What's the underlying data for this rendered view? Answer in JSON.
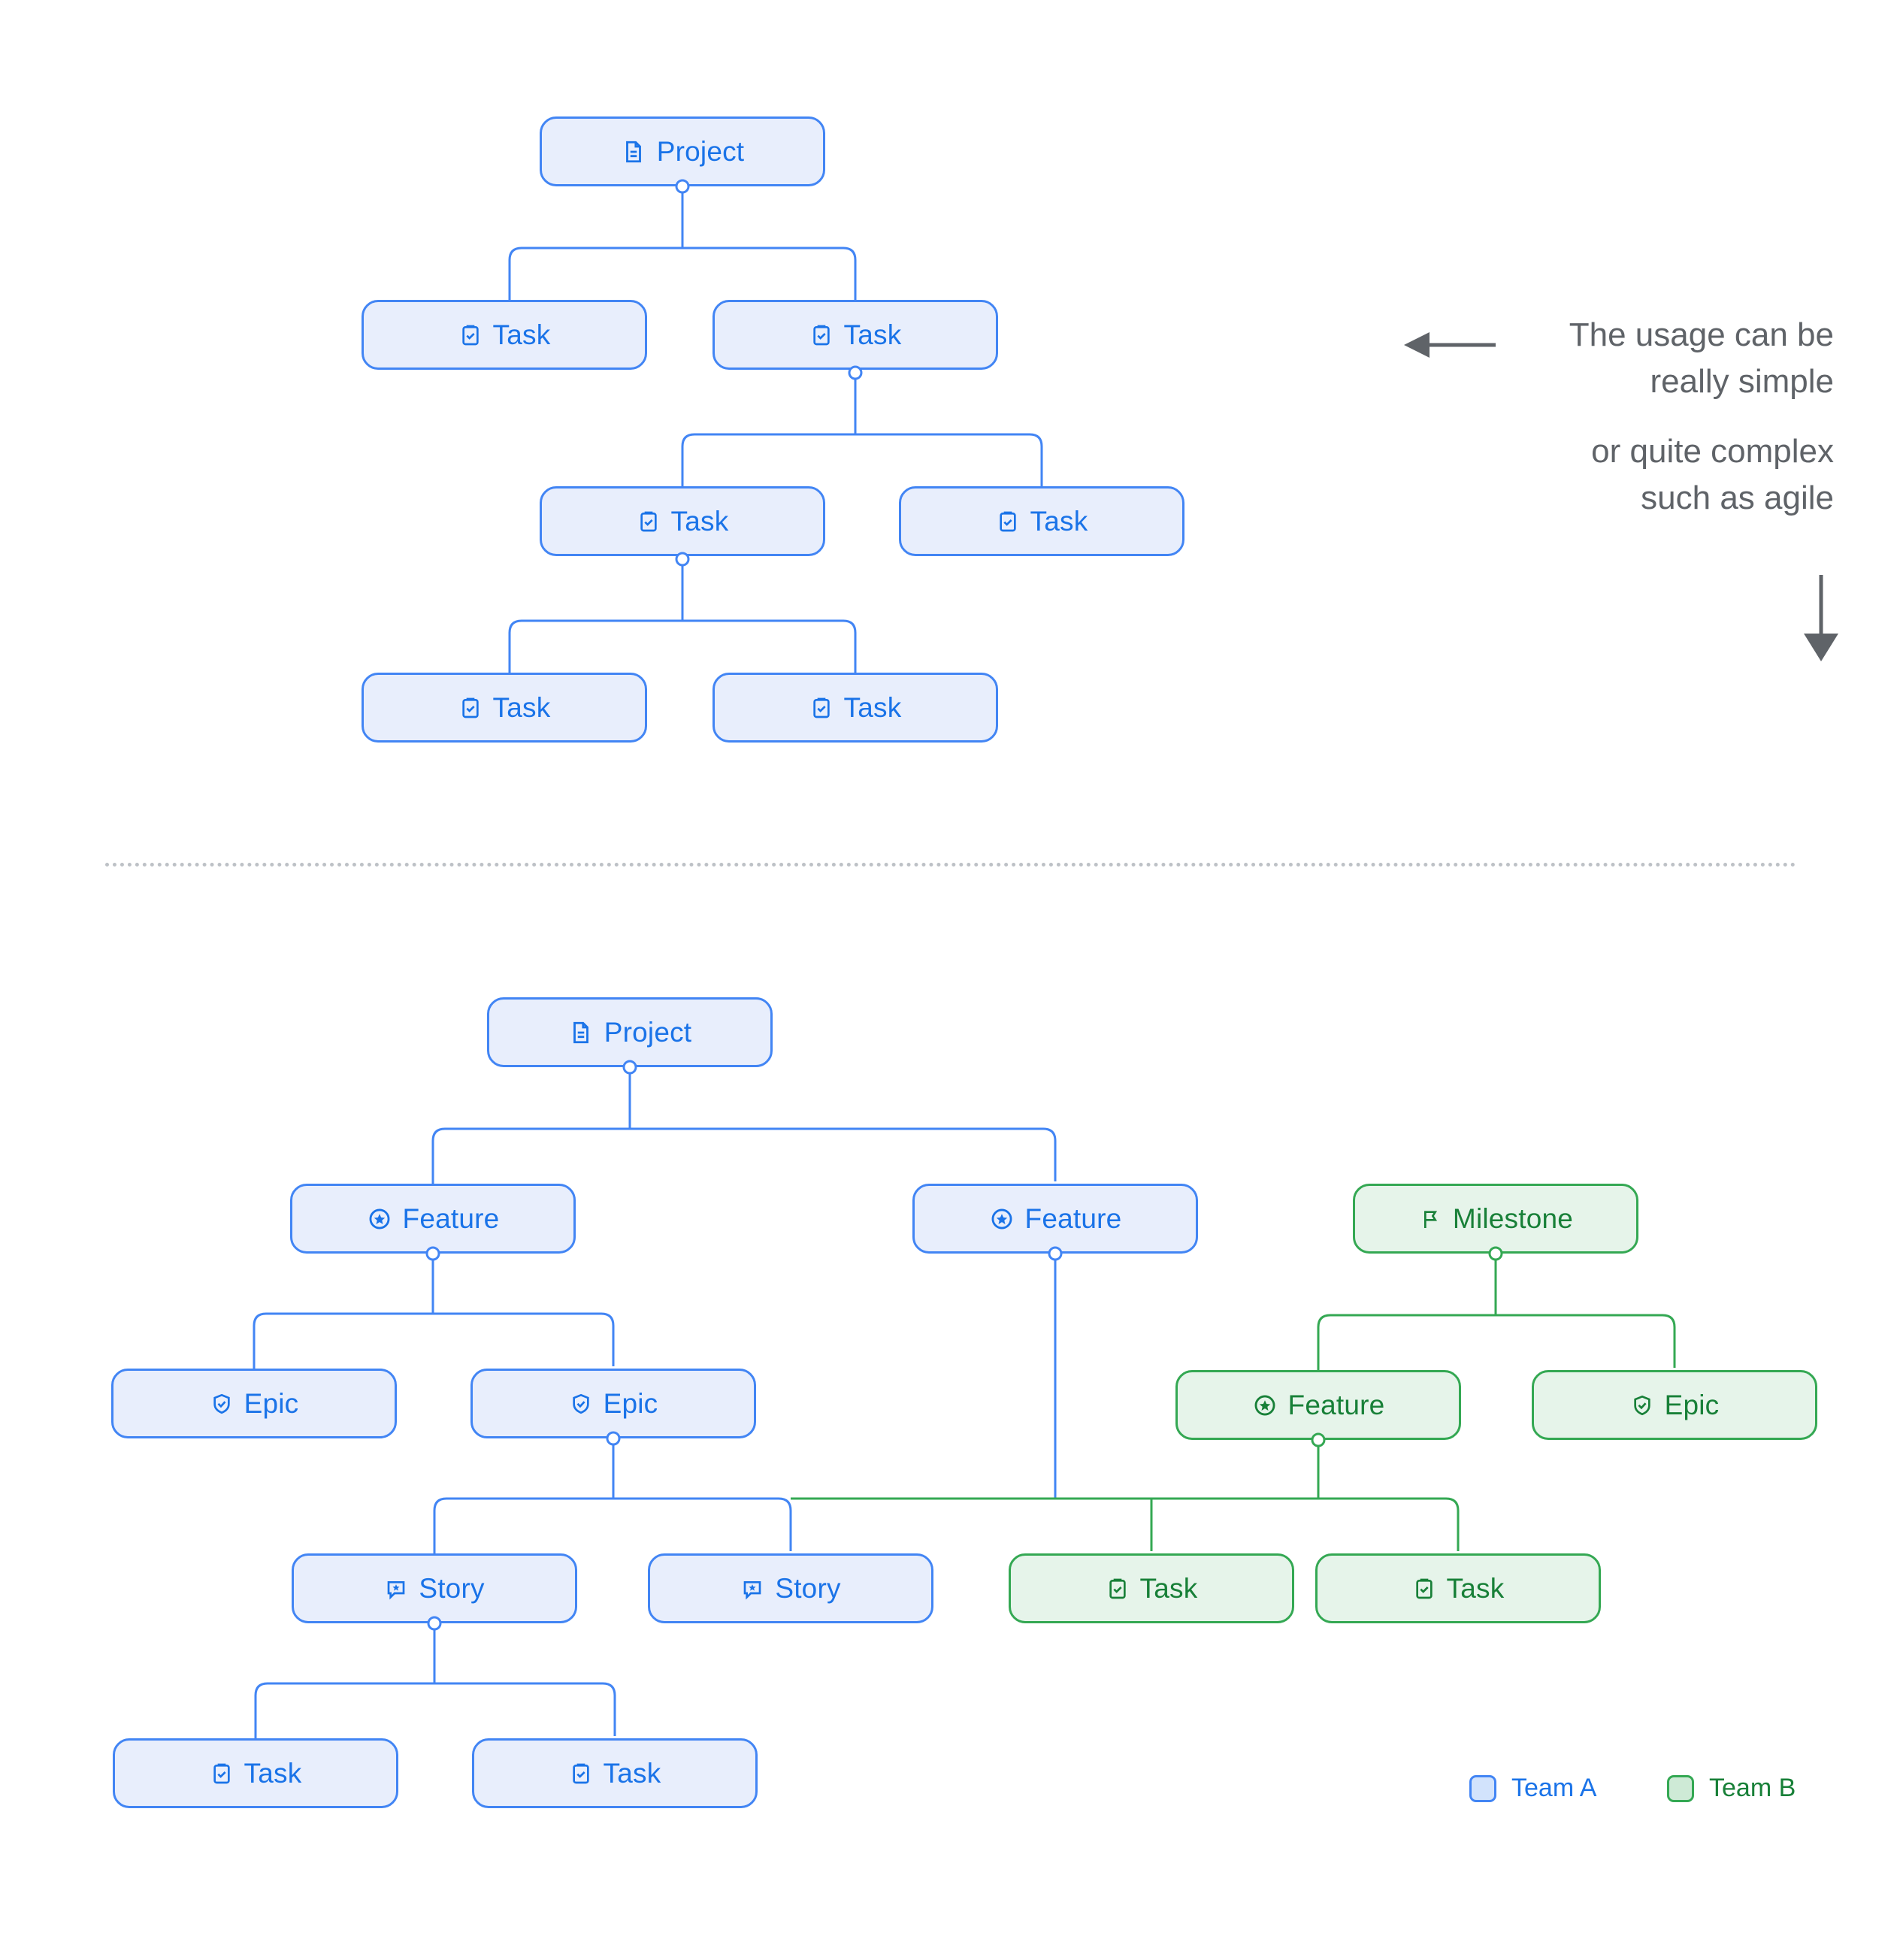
{
  "diagram": {
    "title_hidden": "",
    "colors": {
      "team_a_border": "#4285f4",
      "team_a_fill": "#e8eefc",
      "team_a_text": "#1a73e8",
      "team_b_border": "#34a853",
      "team_b_fill": "#e6f4ea",
      "team_b_text": "#188038",
      "note_text": "#5f6368",
      "divider": "#bdc1c6"
    },
    "annotation": {
      "line1": "The usage can be",
      "line2": "really simple",
      "line3": "or quite complex",
      "line4": "such as agile",
      "left_arrow_icon": "arrow-left-icon",
      "down_arrow_icon": "arrow-down-icon"
    },
    "legend": {
      "items": [
        {
          "label": "Team A",
          "color": "#4285f4"
        },
        {
          "label": "Team B",
          "color": "#34a853"
        }
      ]
    },
    "top_chart": {
      "name": "simple-task-tree",
      "nodes": [
        {
          "id": "t-project",
          "label": "Project",
          "icon": "document-icon",
          "team": "Team A"
        },
        {
          "id": "t-task-1",
          "label": "Task",
          "icon": "clipboard-check-icon",
          "team": "Team A"
        },
        {
          "id": "t-task-2",
          "label": "Task",
          "icon": "clipboard-check-icon",
          "team": "Team A"
        },
        {
          "id": "t-task-3",
          "label": "Task",
          "icon": "clipboard-check-icon",
          "team": "Team A"
        },
        {
          "id": "t-task-4",
          "label": "Task",
          "icon": "clipboard-check-icon",
          "team": "Team A"
        },
        {
          "id": "t-task-5",
          "label": "Task",
          "icon": "clipboard-check-icon",
          "team": "Team A"
        },
        {
          "id": "t-task-6",
          "label": "Task",
          "icon": "clipboard-check-icon",
          "team": "Team A"
        }
      ],
      "edges": [
        {
          "from": "t-project",
          "to": "t-task-1"
        },
        {
          "from": "t-project",
          "to": "t-task-2"
        },
        {
          "from": "t-task-2",
          "to": "t-task-3"
        },
        {
          "from": "t-task-2",
          "to": "t-task-4"
        },
        {
          "from": "t-task-3",
          "to": "t-task-5"
        },
        {
          "from": "t-task-3",
          "to": "t-task-6"
        }
      ]
    },
    "bottom_chart": {
      "name": "agile-tree",
      "nodes": [
        {
          "id": "b-project",
          "label": "Project",
          "icon": "document-icon",
          "team": "Team A"
        },
        {
          "id": "b-feature-1",
          "label": "Feature",
          "icon": "star-circle-icon",
          "team": "Team A"
        },
        {
          "id": "b-feature-2",
          "label": "Feature",
          "icon": "star-circle-icon",
          "team": "Team A"
        },
        {
          "id": "b-milestone",
          "label": "Milestone",
          "icon": "flag-icon",
          "team": "Team B"
        },
        {
          "id": "b-epic-1",
          "label": "Epic",
          "icon": "shield-check-icon",
          "team": "Team A"
        },
        {
          "id": "b-epic-2",
          "label": "Epic",
          "icon": "shield-check-icon",
          "team": "Team A"
        },
        {
          "id": "b-feature-3",
          "label": "Feature",
          "icon": "star-circle-icon",
          "team": "Team B"
        },
        {
          "id": "b-epic-3",
          "label": "Epic",
          "icon": "shield-check-icon",
          "team": "Team B"
        },
        {
          "id": "b-story-1",
          "label": "Story",
          "icon": "comment-star-icon",
          "team": "Team A"
        },
        {
          "id": "b-story-2",
          "label": "Story",
          "icon": "comment-star-icon",
          "team": "Team A"
        },
        {
          "id": "b-task-g1",
          "label": "Task",
          "icon": "clipboard-check-icon",
          "team": "Team B"
        },
        {
          "id": "b-task-g2",
          "label": "Task",
          "icon": "clipboard-check-icon",
          "team": "Team B"
        },
        {
          "id": "b-task-1",
          "label": "Task",
          "icon": "clipboard-check-icon",
          "team": "Team A"
        },
        {
          "id": "b-task-2",
          "label": "Task",
          "icon": "clipboard-check-icon",
          "team": "Team A"
        }
      ],
      "edges": [
        {
          "from": "b-project",
          "to": "b-feature-1"
        },
        {
          "from": "b-project",
          "to": "b-feature-2"
        },
        {
          "from": "b-feature-1",
          "to": "b-epic-1"
        },
        {
          "from": "b-feature-1",
          "to": "b-epic-2"
        },
        {
          "from": "b-milestone",
          "to": "b-feature-3"
        },
        {
          "from": "b-milestone",
          "to": "b-epic-3"
        },
        {
          "from": "b-epic-2",
          "to": "b-story-1"
        },
        {
          "from": "b-epic-2",
          "to": "b-story-2"
        },
        {
          "from": "b-feature-2",
          "to": "b-task-g1"
        },
        {
          "from": "b-feature-3",
          "to": "b-task-g1"
        },
        {
          "from": "b-feature-3",
          "to": "b-task-g2"
        },
        {
          "from": "b-story-1",
          "to": "b-task-1"
        },
        {
          "from": "b-story-1",
          "to": "b-task-2"
        }
      ]
    }
  }
}
